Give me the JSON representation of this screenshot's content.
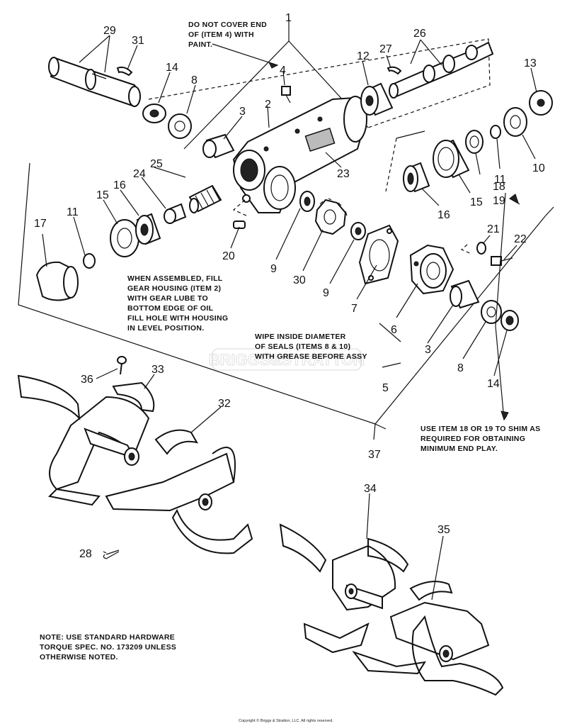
{
  "labels": {
    "n1": "1",
    "n2": "2",
    "n3a": "3",
    "n3b": "3",
    "n4": "4",
    "n5": "5",
    "n6": "6",
    "n7": "7",
    "n8a": "8",
    "n8b": "8",
    "n9a": "9",
    "n9b": "9",
    "n10": "10",
    "n11a": "11",
    "n11b": "11",
    "n12": "12",
    "n13": "13",
    "n14a": "14",
    "n14b": "14",
    "n15a": "15",
    "n15b": "15",
    "n16a": "16",
    "n16b": "16",
    "n17": "17",
    "n18": "18",
    "n19": "19",
    "n20": "20",
    "n21": "21",
    "n22": "22",
    "n23": "23",
    "n24": "24",
    "n25": "25",
    "n26": "26",
    "n27": "27",
    "n28": "28",
    "n29": "29",
    "n30": "30",
    "n31": "31",
    "n32": "32",
    "n33": "33",
    "n34": "34",
    "n35": "35",
    "n36": "36",
    "n37": "37"
  },
  "notes": {
    "paint": [
      "DO NOT COVER END",
      "OF (ITEM 4) WITH",
      "PAINT."
    ],
    "assembled": [
      "WHEN ASSEMBLED, FILL",
      "GEAR HOUSING (ITEM 2)",
      "WITH GEAR LUBE TO",
      "BOTTOM EDGE OF OIL",
      "FILL HOLE WITH HOUSING",
      "IN LEVEL POSITION."
    ],
    "wipe": [
      "WIPE INSIDE DIAMETER",
      "OF SEALS (ITEMS  8 & 10)",
      "WITH GREASE BEFORE ASSY"
    ],
    "shim": [
      "USE ITEM 18 OR 19 TO SHIM AS",
      "REQUIRED FOR OBTAINING",
      "MINIMUM END PLAY."
    ],
    "torque": [
      "NOTE:  USE STANDARD HARDWARE",
      "TORQUE SPEC. NO. 173209 UNLESS",
      "OTHERWISE NOTED."
    ]
  },
  "watermark": "BRIGGS&STRATTON",
  "copyright": "Copyright © Briggs & Stratton, LLC. All rights reserved."
}
